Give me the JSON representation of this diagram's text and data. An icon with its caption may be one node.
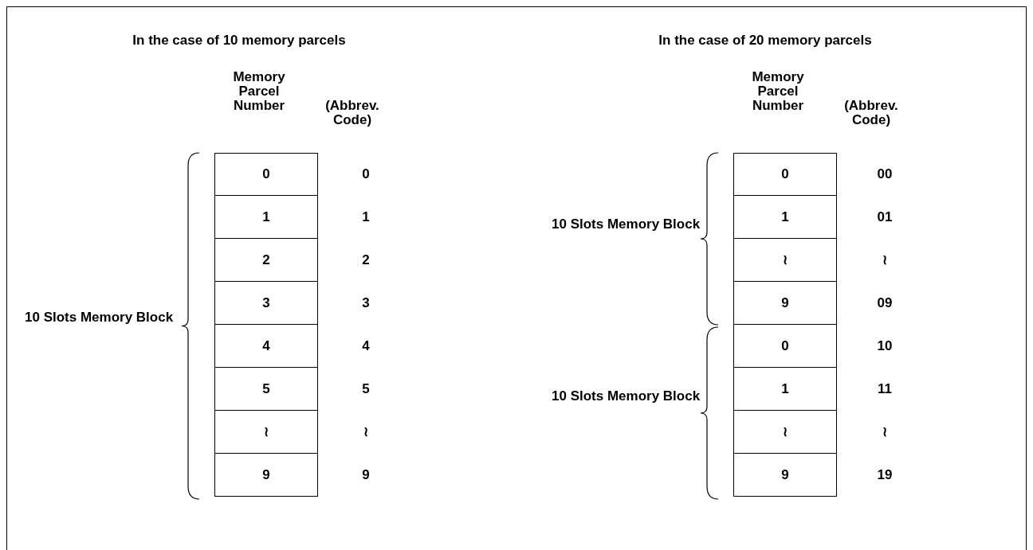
{
  "diagram": {
    "nodes": [
      {
        "text": [
          "0"
        ],
        "beside": [
          "0"
        ]
      },
      {
        "text": [
          "1"
        ],
        "beside": [
          "1"
        ]
      },
      {
        "text": [
          "2"
        ],
        "beside": [
          "2"
        ]
      },
      {
        "text": [
          "3"
        ],
        "beside": [
          "3"
        ]
      },
      {
        "text": [
          "4"
        ],
        "beside": [
          "4"
        ]
      },
      {
        "text": [
          "5"
        ],
        "beside": [
          "5"
        ]
      },
      {
        "text": [
          "≀"
        ],
        "beside": [
          "≀"
        ]
      },
      {
        "text": [
          "9"
        ],
        "beside": [
          "9"
        ]
      },
      {
        "text": [
          "0"
        ],
        "beside": [
          "00"
        ]
      },
      {
        "text": [
          "1"
        ],
        "beside": [
          "01"
        ]
      },
      {
        "text": [
          "≀"
        ],
        "beside": [
          "≀"
        ]
      },
      {
        "text": [
          "9"
        ],
        "beside": [
          "09"
        ]
      },
      {
        "text": [
          "0"
        ],
        "beside": [
          "10"
        ]
      },
      {
        "text": [
          "1"
        ],
        "beside": [
          "11"
        ]
      },
      {
        "text": [
          "≀"
        ],
        "beside": [
          "≀"
        ]
      },
      {
        "text": [
          "9"
        ],
        "beside": [
          "19"
        ]
      }
    ],
    "edges": [],
    "labels": [
      "In the case of 10 memory parcels",
      "In the case of 20 memory parcels",
      "Memory Parcel Number",
      "(Abbrev. Code)",
      "Memory Parcel Number",
      "(Abbrev. Code)",
      "10 Slots Memory Block",
      "10 Slots Memory Block",
      "10 Slots Memory Block"
    ]
  }
}
